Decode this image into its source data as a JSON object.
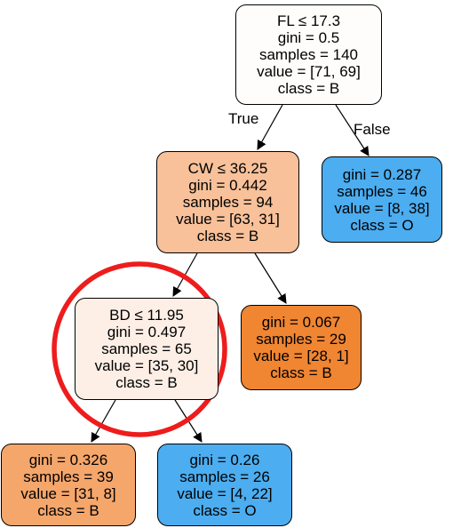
{
  "colors": {
    "class_B_strong": "#f08532",
    "class_B_medium": "#f5a66b",
    "class_B_light": "#f8c19a",
    "class_B_faint": "#fdefe6",
    "class_O_medium": "#4cadf0",
    "neutral": "#fffdfc",
    "highlight_circle": "#ee1c1c"
  },
  "edge_labels": {
    "true": "True",
    "false": "False"
  },
  "nodes": {
    "root": {
      "lines": [
        "FL ≤ 17.3",
        "gini = 0.5",
        "samples = 140",
        "value = [71, 69]",
        "class = B"
      ]
    },
    "n1": {
      "lines": [
        "CW ≤ 36.25",
        "gini = 0.442",
        "samples = 94",
        "value = [63, 31]",
        "class = B"
      ]
    },
    "n2": {
      "lines": [
        "gini = 0.287",
        "samples = 46",
        "value = [8, 38]",
        "class = O"
      ]
    },
    "n3": {
      "lines": [
        "BD ≤ 11.95",
        "gini = 0.497",
        "samples = 65",
        "value = [35, 30]",
        "class = B"
      ]
    },
    "n4": {
      "lines": [
        "gini = 0.067",
        "samples = 29",
        "value = [28, 1]",
        "class = B"
      ]
    },
    "n5": {
      "lines": [
        "gini = 0.326",
        "samples = 39",
        "value = [31, 8]",
        "class = B"
      ]
    },
    "n6": {
      "lines": [
        "gini = 0.26",
        "samples = 26",
        "value = [4, 22]",
        "class = O"
      ]
    }
  }
}
